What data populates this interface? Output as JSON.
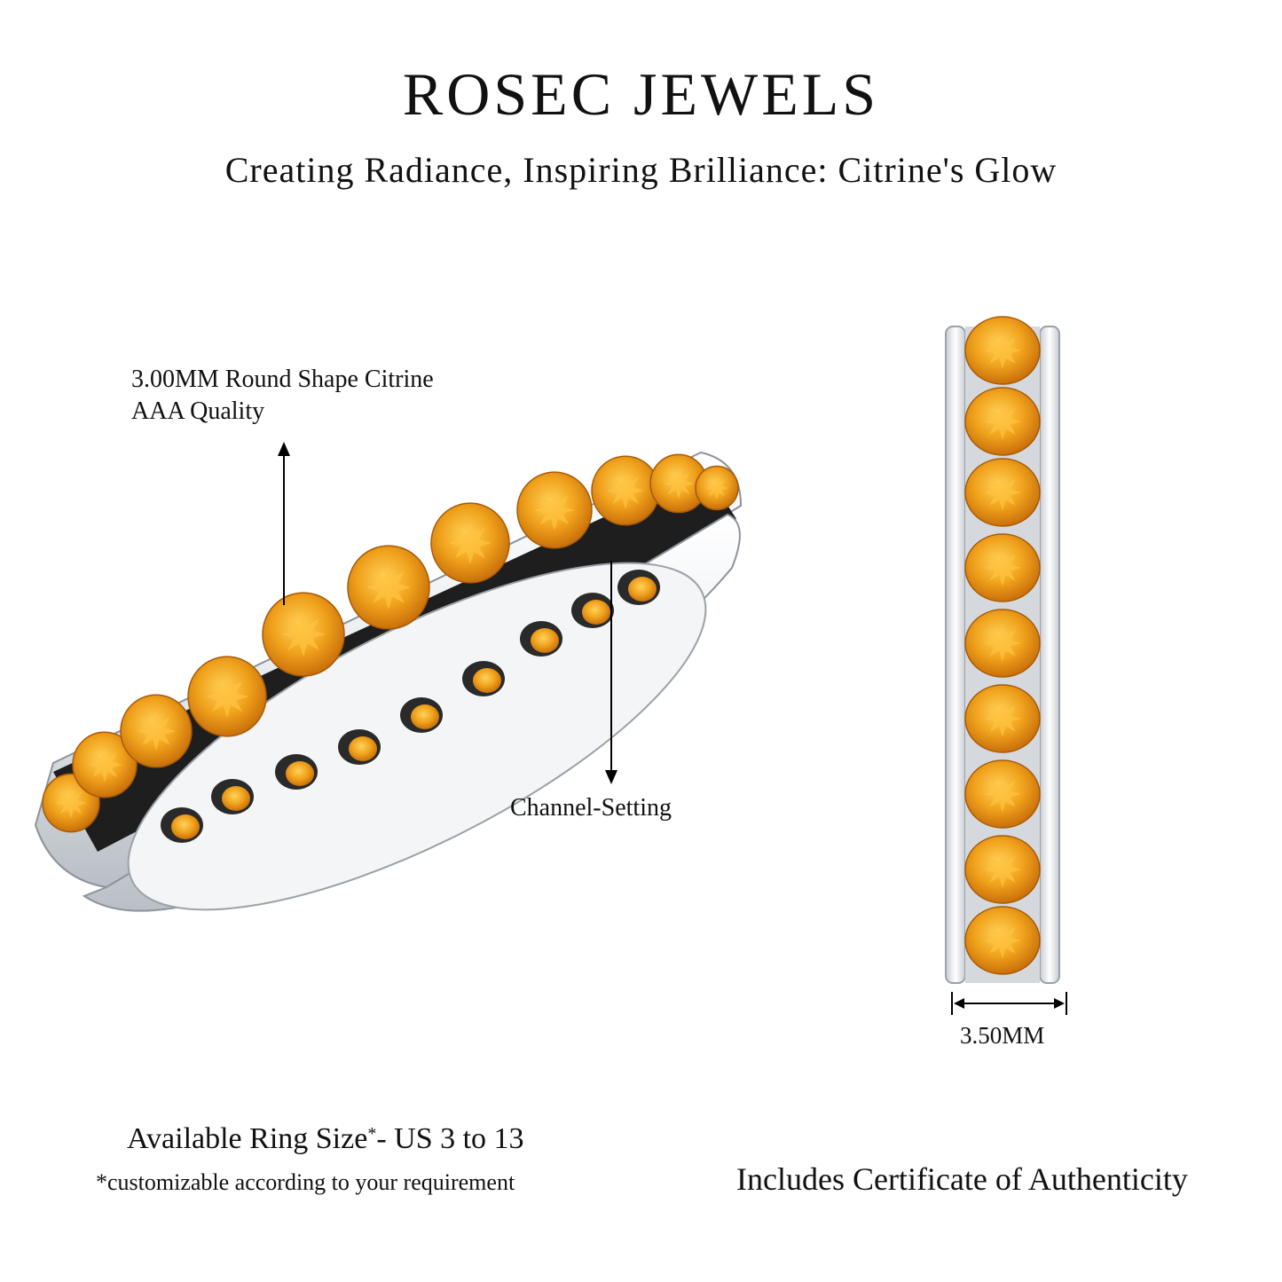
{
  "header": {
    "title": "ROSEC JEWELS",
    "tagline": "Creating Radiance, Inspiring Brilliance: Citrine's Glow"
  },
  "callouts": {
    "gem_line1": "3.00MM Round Shape Citrine",
    "gem_line2": "AAA Quality",
    "setting": "Channel-Setting",
    "width": "3.50MM"
  },
  "footer": {
    "ring_size_prefix": "Available Ring Size",
    "ring_size_mark": "*",
    "ring_size_suffix": "- US 3 to 13",
    "custom_note": "*customizable according to your requirement",
    "certificate": "Includes Certificate of Authenticity"
  },
  "colors": {
    "citrine": "#f0a21c",
    "citrine_dark": "#c9700a",
    "metal": "#e9ecef",
    "metal_shadow": "#9aa1a8",
    "text": "#111111"
  }
}
